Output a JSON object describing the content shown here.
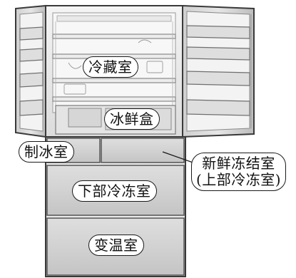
{
  "title": "",
  "labels": {
    "refrigerator": "冷藏室",
    "crisper": "冰鲜盒",
    "ice_maker": "制冰室",
    "fresh_freezer_line1": "新鲜冻结室",
    "fresh_freezer_line2": "(上部冷冻室)",
    "lower_freezer": "下部冷冻室",
    "convertible": "变温室"
  }
}
